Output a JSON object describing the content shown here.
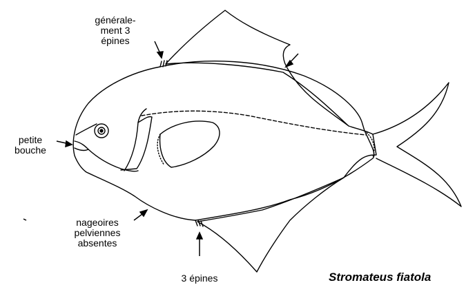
{
  "labels": {
    "spines_dorsal": [
      "générale-",
      "ment 3",
      "épines"
    ],
    "mouth": [
      "petite",
      "bouche"
    ],
    "pelvic": [
      "nageoires",
      "pelviennes",
      "absentes"
    ],
    "spines_anal": "3 épines"
  },
  "species": "Stromateus fiatola",
  "icons": {
    "fish": "pomfret-fish-outline",
    "arrows": "pointer-arrow"
  },
  "colors": {
    "line": "#000000",
    "background": "#ffffff"
  }
}
